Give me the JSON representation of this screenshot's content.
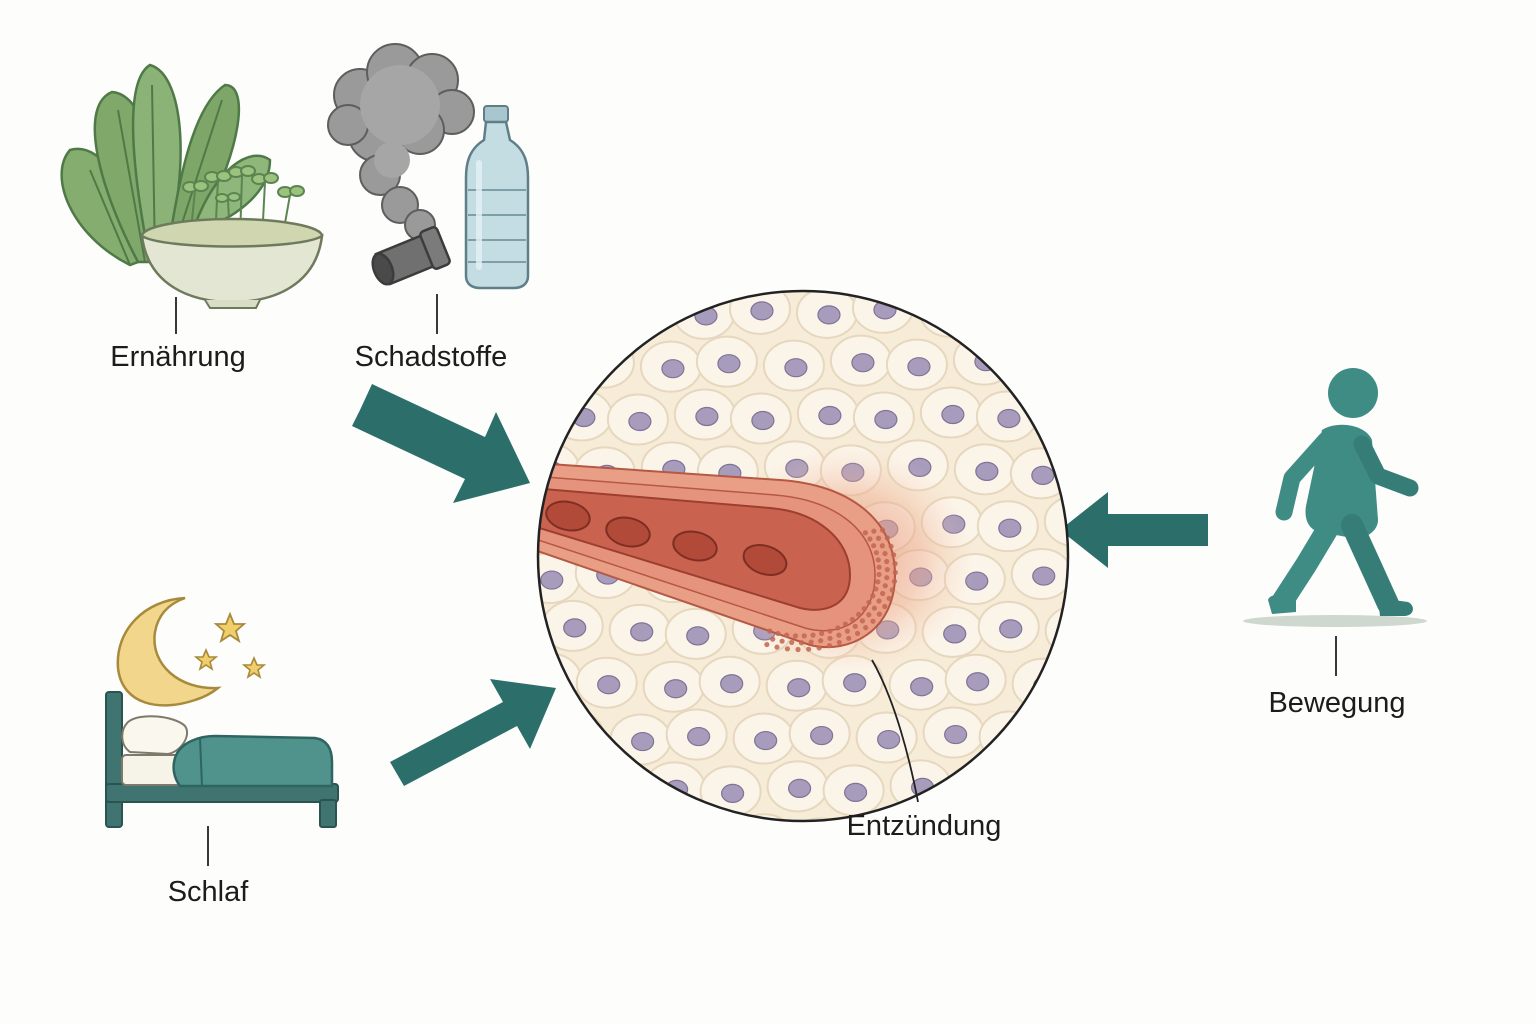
{
  "labels": {
    "nutrition": "Ernährung",
    "pollutants": "Schadstoffe",
    "sleep": "Schlaf",
    "exercise": "Bewegung",
    "inflammation": "Entzündung"
  },
  "colors": {
    "arrow": "#2b6e6a",
    "walker": "#3e8c84",
    "leaf": "#7fa86a",
    "leaf_dark": "#5b8550",
    "bowl": "#e3e6d3",
    "smoke": "#8d8d8d",
    "pipe": "#6a6a6a",
    "bottle": "#c4dde3",
    "moon": "#f1d68b",
    "star": "#f0cf6a",
    "bed_frame": "#3f7470",
    "blanket": "#4f938c",
    "tissue": "#f7ecd8",
    "cell_border": "#e6d7be",
    "nucleus": "#a89cbd",
    "vessel": "#c9624f",
    "vessel_light": "#e6937d",
    "inflamed": "#e8a283"
  },
  "icons": {
    "nutrition": "spinach-and-sprouts-bowl",
    "pollutants": "smoke-pipe-and-plastic-bottle",
    "sleep": "moon-stars-and-bed",
    "exercise": "walking-person",
    "center": "tissue-cross-section-with-blood-vessel"
  }
}
